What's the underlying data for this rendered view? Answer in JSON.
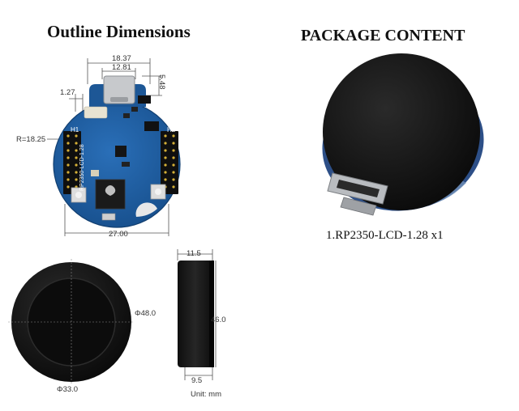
{
  "headings": {
    "left": "Outline Dimensions",
    "right": "PACKAGE CONTENT"
  },
  "top_view": {
    "width_overall": "18.37",
    "width_connector": "12.81",
    "height_connector": "5.48",
    "offset": "1.27",
    "radius": "R=18.25",
    "width_board": "27.00",
    "board_label": "RP2350-LCD-1.28",
    "header_left": "H1",
    "header_right": "H2"
  },
  "front_view": {
    "outer_diameter": "Φ48.0",
    "inner_diameter": "Φ33.0"
  },
  "side_view": {
    "depth_total": "11.5",
    "height": "46.0",
    "depth_body": "9.5",
    "unit": "Unit: mm"
  },
  "package": {
    "item_1": "1.RP2350-LCD-1.28 x1"
  },
  "colors": {
    "pcb": "#1f5a9a",
    "pcb_edge": "#2b6db3",
    "display_black": "#151515",
    "connector_silver": "#b9bcc0"
  }
}
